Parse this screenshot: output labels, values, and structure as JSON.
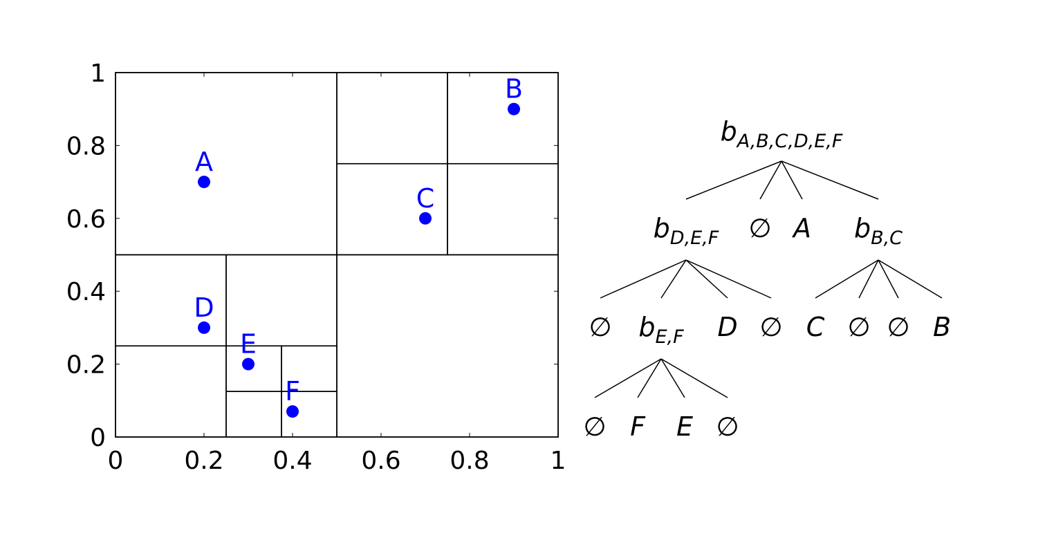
{
  "colors": {
    "point": "#0000ff",
    "ink": "#000000",
    "background": "#ffffff"
  },
  "chart_data": {
    "type": "scatter",
    "xlim": [
      0,
      1
    ],
    "ylim": [
      0,
      1
    ],
    "x_ticks": [
      "0",
      "0.2",
      "0.4",
      "0.6",
      "0.8",
      "1"
    ],
    "y_ticks": [
      "0",
      "0.2",
      "0.4",
      "0.6",
      "0.8",
      "1"
    ],
    "grid": false,
    "points": [
      {
        "label": "A",
        "x": 0.2,
        "y": 0.7
      },
      {
        "label": "B",
        "x": 0.9,
        "y": 0.9
      },
      {
        "label": "C",
        "x": 0.7,
        "y": 0.6
      },
      {
        "label": "D",
        "x": 0.2,
        "y": 0.3
      },
      {
        "label": "E",
        "x": 0.3,
        "y": 0.2
      },
      {
        "label": "F",
        "x": 0.4,
        "y": 0.07
      }
    ],
    "cells": [
      {
        "x0": 0,
        "x1": 0.5,
        "y0": 0.5,
        "y1": 1
      },
      {
        "x0": 0.5,
        "x1": 0.75,
        "y0": 0.75,
        "y1": 1
      },
      {
        "x0": 0.75,
        "x1": 1,
        "y0": 0.75,
        "y1": 1
      },
      {
        "x0": 0.5,
        "x1": 0.75,
        "y0": 0.5,
        "y1": 0.75
      },
      {
        "x0": 0.75,
        "x1": 1,
        "y0": 0.5,
        "y1": 0.75
      },
      {
        "x0": 0.5,
        "x1": 1,
        "y0": 0,
        "y1": 0.5
      },
      {
        "x0": 0,
        "x1": 0.25,
        "y0": 0.25,
        "y1": 0.5
      },
      {
        "x0": 0.25,
        "x1": 0.5,
        "y0": 0.25,
        "y1": 0.5
      },
      {
        "x0": 0,
        "x1": 0.25,
        "y0": 0,
        "y1": 0.25
      },
      {
        "x0": 0.25,
        "x1": 0.375,
        "y0": 0.125,
        "y1": 0.25
      },
      {
        "x0": 0.375,
        "x1": 0.5,
        "y0": 0.125,
        "y1": 0.25
      },
      {
        "x0": 0.25,
        "x1": 0.375,
        "y0": 0,
        "y1": 0.125
      },
      {
        "x0": 0.375,
        "x1": 0.5,
        "y0": 0,
        "y1": 0.125
      }
    ]
  },
  "tree": {
    "empty_symbol": "∅",
    "root": {
      "main": "b",
      "sub": "A,B,C,D,E,F"
    },
    "level1": [
      {
        "main": "b",
        "sub": "D,E,F"
      },
      {
        "empty": true
      },
      {
        "main": "A"
      },
      {
        "main": "b",
        "sub": "B,C"
      }
    ],
    "level2": [
      {
        "empty": true
      },
      {
        "main": "b",
        "sub": "E,F"
      },
      {
        "main": "D"
      },
      {
        "empty": true
      },
      {
        "main": "C"
      },
      {
        "empty": true
      },
      {
        "empty": true
      },
      {
        "main": "B"
      }
    ],
    "level3": [
      {
        "empty": true
      },
      {
        "main": "F"
      },
      {
        "main": "E"
      },
      {
        "empty": true
      }
    ]
  }
}
